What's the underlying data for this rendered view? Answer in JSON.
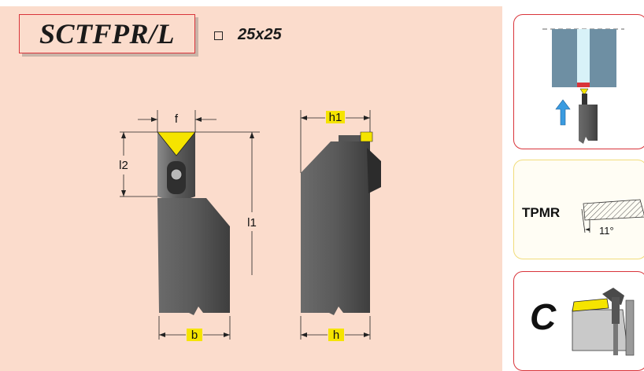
{
  "title": "SCTFPR/L",
  "size": "25x25",
  "dimensions": {
    "f": "f",
    "l2": "l2",
    "l1": "l1",
    "b": "b",
    "h1": "h1",
    "h": "h"
  },
  "insert": {
    "label": "TPMR",
    "angle": "11°"
  },
  "clamp": {
    "letter": "C"
  },
  "colors": {
    "background": "#fbdccc",
    "frame": "#d9343a",
    "insert": "#f5e400",
    "tool_body": "#4a4a4a",
    "arrow": "#3a9be0"
  }
}
